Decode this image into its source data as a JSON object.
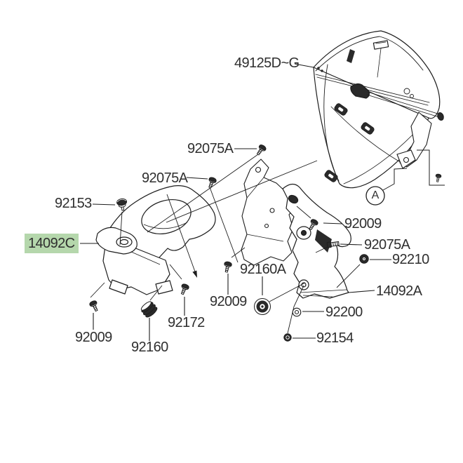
{
  "diagram": {
    "type": "exploded-parts-diagram",
    "subject": "Motorcycle cowling parts",
    "background_color": "#ffffff",
    "line_color": "#1d1d1d",
    "text_color": "#2f2f2f",
    "highlight_color": "#b5d7ac",
    "detail_marker": {
      "text": "A"
    },
    "labels": [
      {
        "part_no": "49125D~G",
        "highlighted": false
      },
      {
        "part_no": "92075A",
        "highlighted": false
      },
      {
        "part_no": "92075A",
        "highlighted": false
      },
      {
        "part_no": "92153",
        "highlighted": false
      },
      {
        "part_no": "14092C",
        "highlighted": true
      },
      {
        "part_no": "92009",
        "highlighted": false
      },
      {
        "part_no": "92075A",
        "highlighted": false
      },
      {
        "part_no": "92210",
        "highlighted": false
      },
      {
        "part_no": "14092A",
        "highlighted": false
      },
      {
        "part_no": "92160A",
        "highlighted": false
      },
      {
        "part_no": "92009",
        "highlighted": false
      },
      {
        "part_no": "92200",
        "highlighted": false
      },
      {
        "part_no": "92154",
        "highlighted": false
      },
      {
        "part_no": "92009",
        "highlighted": false
      },
      {
        "part_no": "92160",
        "highlighted": false
      },
      {
        "part_no": "92172",
        "highlighted": false
      }
    ]
  }
}
